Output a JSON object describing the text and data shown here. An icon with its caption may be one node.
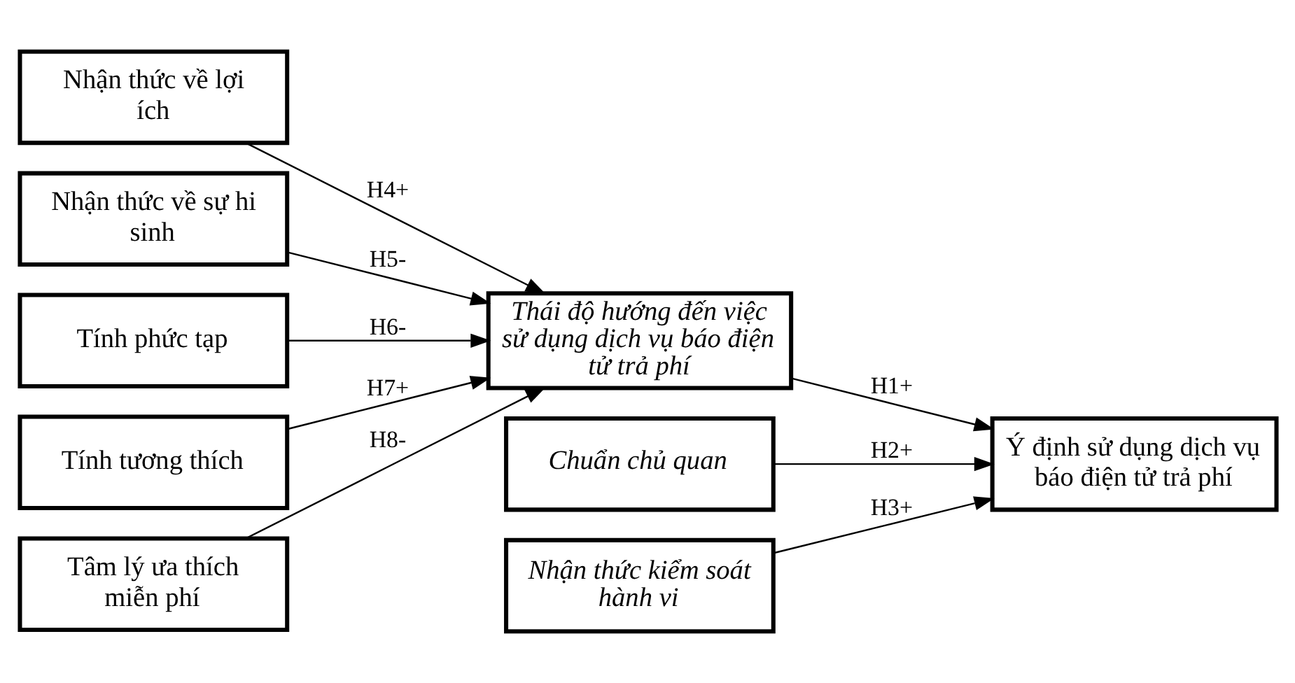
{
  "diagram": {
    "nodes": [
      {
        "text": [
          "Nhận thức về lợi ích"
        ]
      },
      {
        "text": [
          "Nhận thức về sự hi sinh"
        ]
      },
      {
        "text": [
          "Tính phức tạp"
        ]
      },
      {
        "text": [
          "Tính tương thích"
        ]
      },
      {
        "text": [
          "Tâm lý ưa thích miễn phí"
        ]
      },
      {
        "text": [
          "Thái độ hướng đến việc sử dụng dịch vụ báo điện tử trả phí"
        ]
      },
      {
        "text": [
          "Ý định sử dụng dịch vụ báo điện tử trả phí"
        ]
      },
      {
        "text": [
          "Chuẩn chủ quan"
        ]
      },
      {
        "text": [
          "Nhận thức kiểm soát hành vi"
        ]
      }
    ],
    "edges": [
      {
        "from": 0,
        "to": 5,
        "arrow": "to",
        "label": "H4+"
      },
      {
        "from": 1,
        "to": 5,
        "arrow": "to",
        "label": "H5-"
      },
      {
        "from": 2,
        "to": 5,
        "arrow": "to",
        "label": "H6-"
      },
      {
        "from": 3,
        "to": 5,
        "arrow": "to",
        "label": "H7+"
      },
      {
        "from": 4,
        "to": 5,
        "arrow": "to",
        "label": "H8-"
      },
      {
        "from": 5,
        "to": 6,
        "arrow": "to",
        "label": "H1+"
      },
      {
        "from": 7,
        "to": 6,
        "arrow": "to",
        "label": "H2+"
      },
      {
        "from": 8,
        "to": 6,
        "arrow": "to",
        "label": "H3+"
      }
    ]
  }
}
